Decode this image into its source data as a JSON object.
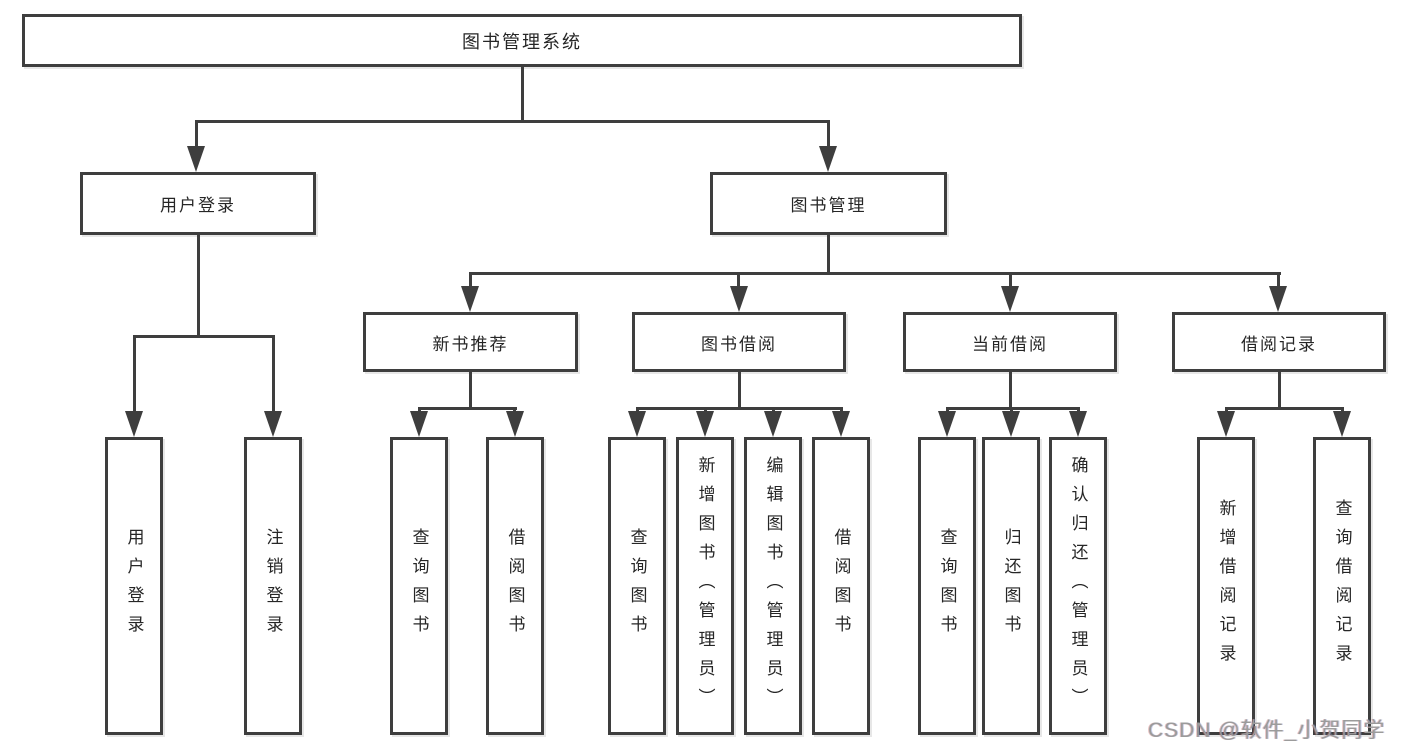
{
  "root": {
    "label": "图书管理系统"
  },
  "branches": [
    {
      "label": "用户登录",
      "leaves": [
        {
          "label": "用户登录"
        },
        {
          "label": "注销登录"
        }
      ]
    },
    {
      "label": "图书管理",
      "sections": [
        {
          "label": "新书推荐",
          "leaves": [
            {
              "label": "查询图书"
            },
            {
              "label": "借阅图书"
            }
          ]
        },
        {
          "label": "图书借阅",
          "leaves": [
            {
              "label": "查询图书"
            },
            {
              "label": "新增图书（管理员）"
            },
            {
              "label": "编辑图书（管理员）"
            },
            {
              "label": "借阅图书"
            }
          ]
        },
        {
          "label": "当前借阅",
          "leaves": [
            {
              "label": "查询图书"
            },
            {
              "label": "归还图书"
            },
            {
              "label": "确认归还（管理员）"
            }
          ]
        },
        {
          "label": "借阅记录",
          "leaves": [
            {
              "label": "新增借阅记录"
            },
            {
              "label": "查询借阅记录"
            }
          ]
        }
      ]
    }
  ],
  "watermark": "CSDN @软件_小贺同学",
  "colors": {
    "line": "#3e3e3e",
    "text": "#262626",
    "box_background": "#ffffff",
    "watermark": "#9b9b9b"
  }
}
